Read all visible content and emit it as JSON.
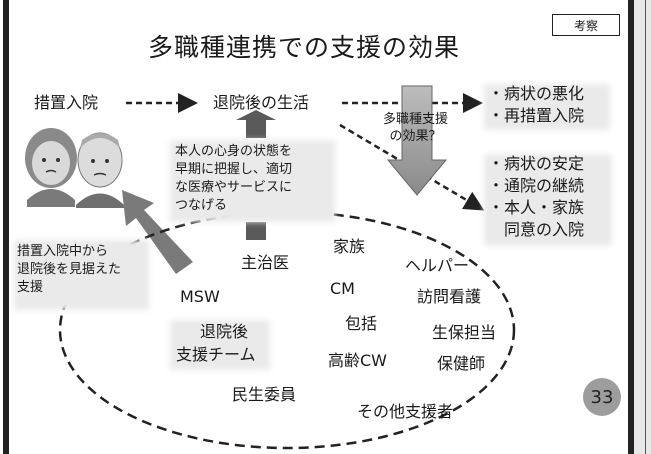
{
  "slide": {
    "tag": "考察",
    "title": "多職種連携での支援の効果",
    "page_number": "33"
  },
  "flow": {
    "start": "措置入院",
    "after": "退院後の生活",
    "effect": "多職種支援\nの効果？"
  },
  "outcomes_bad": [
    "・病状の悪化",
    "・再措置入院"
  ],
  "outcomes_good": [
    "・病状の安定",
    "・通院の継続",
    "・本人・家族",
    "　同意の入院"
  ],
  "notes": {
    "assess": [
      "本人の心身の状態を",
      "早期に把握し、適切",
      "な医療やサービスに",
      "つなげる"
    ],
    "support": [
      "措置入院中から",
      "退院後を見据えた",
      "支援"
    ]
  },
  "members": {
    "family": "家族",
    "doctor": "主治医",
    "helper": "ヘルパー",
    "msw": "MSW",
    "cm": "CM",
    "visit_nurse": "訪問看護",
    "team": [
      "退院後",
      "支援チーム"
    ],
    "houkatsu": "包括",
    "seiho": "生保担当",
    "koureicw": "高齢CW",
    "hokenshi": "保健師",
    "minsei": "民生委員",
    "others": "その他支援者"
  }
}
